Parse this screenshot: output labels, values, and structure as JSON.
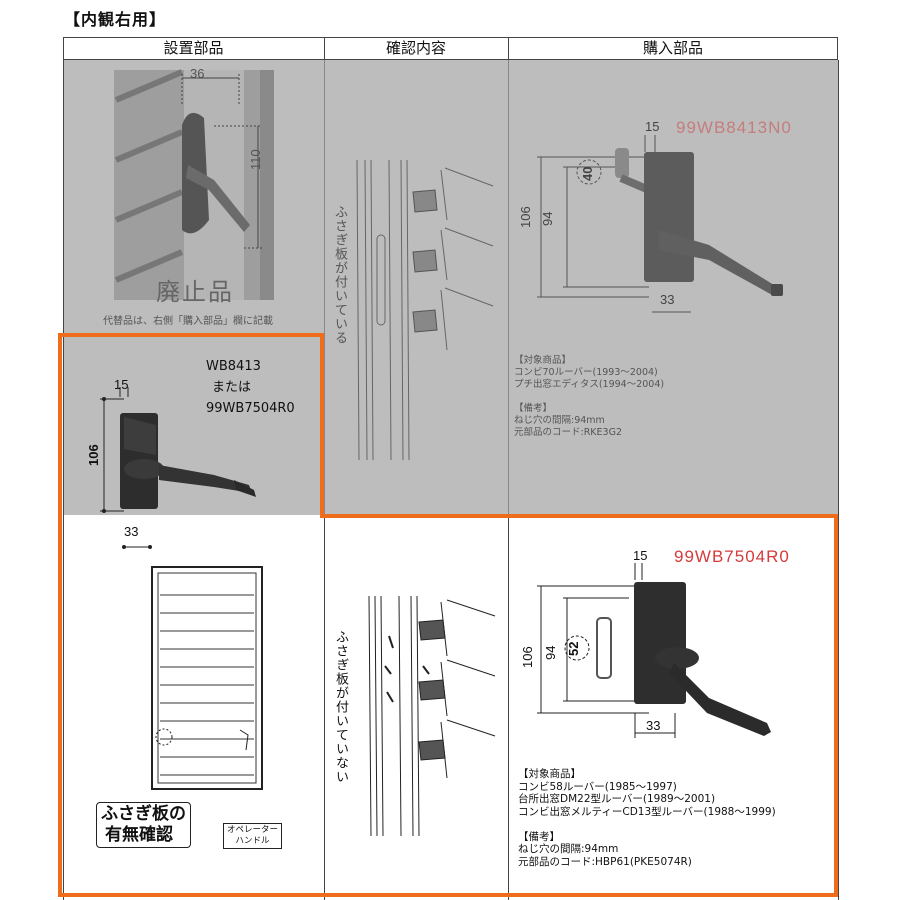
{
  "page_title": "【内観右用】",
  "headers": {
    "install": "設置部品",
    "confirm": "確認内容",
    "purchase": "購入部品"
  },
  "top_left": {
    "dim_width": "36",
    "dim_height": "110",
    "discontinued": "廃止品",
    "note": "代替品は、右側「購入部品」欄に記載"
  },
  "top_middle": {
    "label": "ふさぎ板が付いている"
  },
  "top_right": {
    "part_no": "99WB8413N0",
    "dim_top": "15",
    "dim_outer": "106",
    "dim_inner": "94",
    "dim_circle": "40",
    "dim_bottom": "33",
    "notes": "【対象商品】\nコンビ70ルーバー(1993〜2004)\nプチ出窓エディタス(1994〜2004)\n\n【備考】\nねじ穴の間隔:94mm\n元部品のコード:RKE3G2"
  },
  "left_box": {
    "model_line1": "WB8413",
    "model_line2": "または",
    "model_line3": "99WB7504R0",
    "dim_top": "15",
    "dim_height": "106",
    "dim_bottom": "33",
    "confirm_label_1": "ふさぎ板の",
    "confirm_label_2": "有無確認",
    "operator_label_1": "オペレーター",
    "operator_label_2": "ハンドル"
  },
  "bottom_middle": {
    "label": "ふさぎ板が付いていない"
  },
  "bottom_right": {
    "part_no": "99WB7504R0",
    "dim_top": "15",
    "dim_outer": "106",
    "dim_inner": "94",
    "dim_circle": "52",
    "dim_bottom": "33",
    "notes": "【対象商品】\nコンビ58ルーバー(1985〜1997)\n台所出窓DM22型ルーバー(1989〜2001)\nコンビ出窓メルティーCD13型ルーバー(1988〜1999)\n\n【備考】\nねじ穴の間隔:94mm\n元部品のコード:HBP61(PKE5074R)"
  },
  "colors": {
    "highlight": "#ef6c1a",
    "part_red": "#d43b3b",
    "grey_cell": "#bdbdbd"
  }
}
